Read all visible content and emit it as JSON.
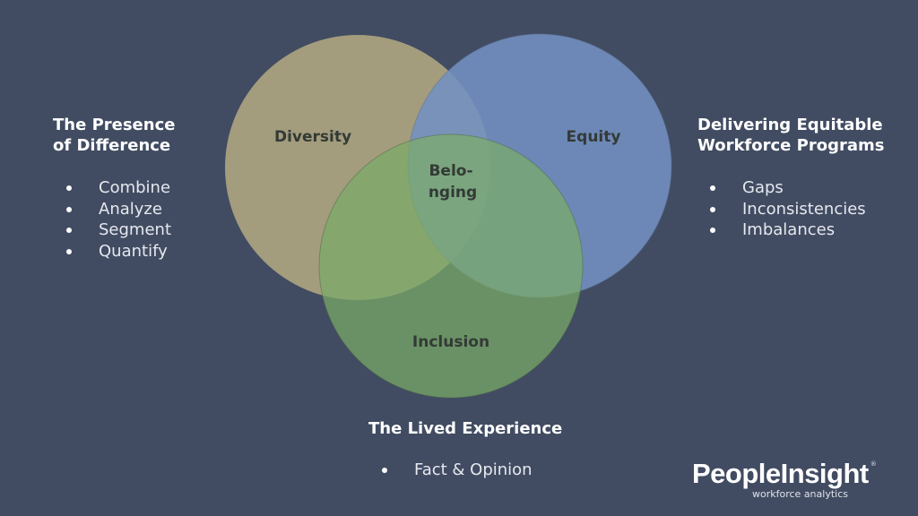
{
  "left": {
    "heading": [
      "The Presence",
      "of Difference"
    ],
    "items": [
      "Combine",
      "Analyze",
      "Segment",
      "Quantify"
    ]
  },
  "right": {
    "heading": [
      "Delivering Equitable",
      "Workforce Programs"
    ],
    "items": [
      "Gaps",
      "Inconsistencies",
      "Imbalances"
    ]
  },
  "bottom": {
    "heading": "The Lived Experience",
    "items": [
      "Fact & Opinion"
    ]
  },
  "venn": {
    "diversity": {
      "label": "Diversity",
      "color": "#a39c7d"
    },
    "equity": {
      "label": "Equity",
      "color": "#7391c2"
    },
    "inclusion": {
      "label": "Inclusion",
      "color": "#7aac66"
    },
    "center": {
      "label_line1": "Belo-",
      "label_line2": "nging"
    }
  },
  "logo": {
    "name": "PeopleInsight",
    "tagline": "workforce analytics",
    "mark": "®"
  }
}
